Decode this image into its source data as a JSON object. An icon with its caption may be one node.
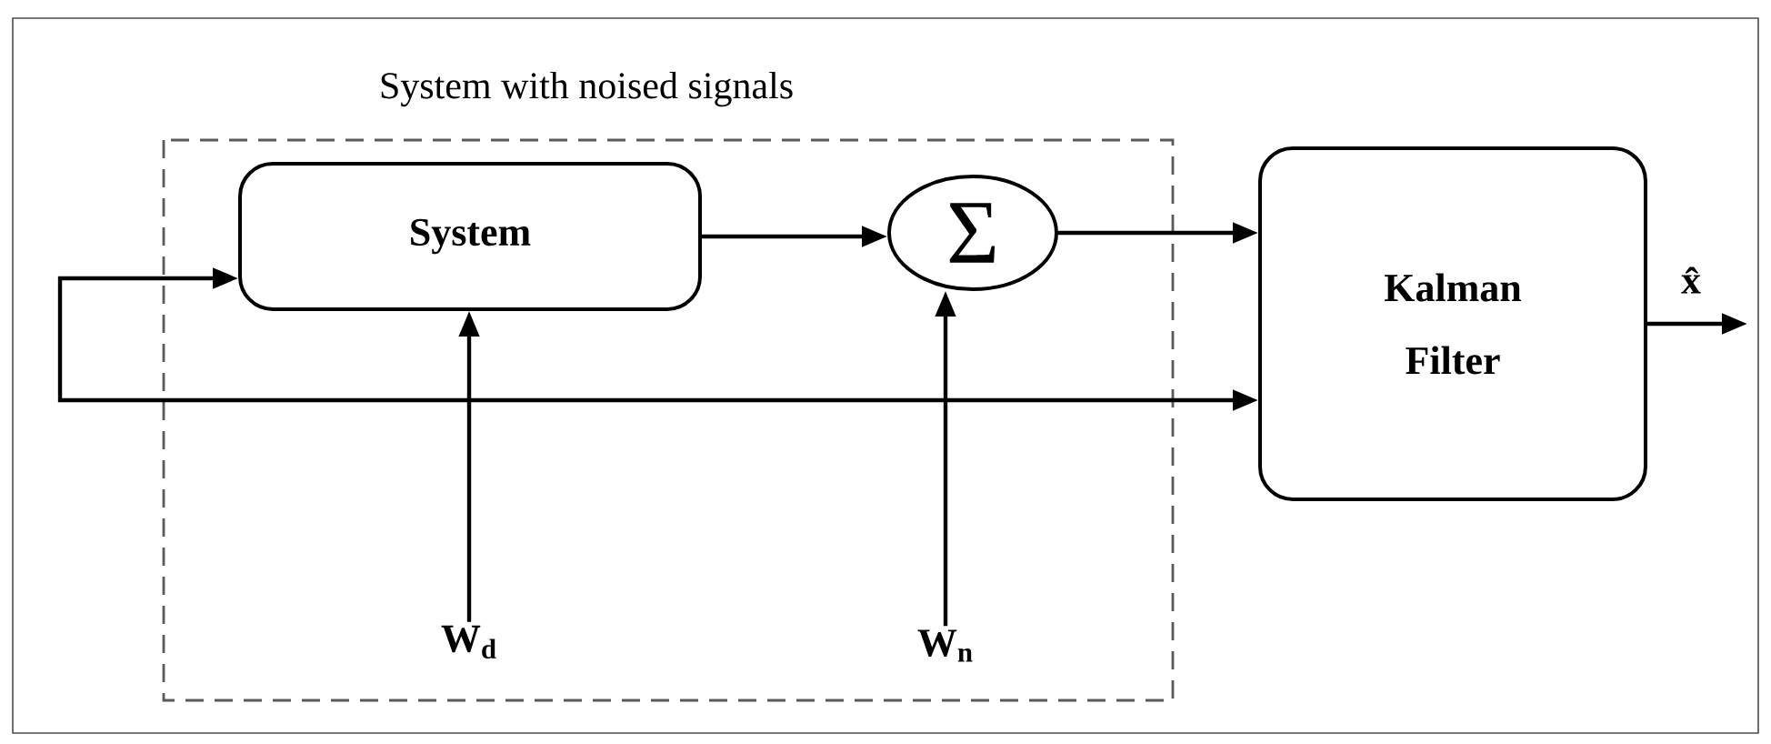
{
  "diagram": {
    "nodes": [
      {
        "text": [
          "System with noised signals"
        ]
      },
      {
        "text": [
          "System"
        ],
        "in": 0
      },
      {
        "text": [
          "Σ"
        ],
        "in": 0
      },
      {
        "text": [
          "W$_{d}$"
        ],
        "in": 0
      },
      {
        "text": [
          "W$_{n}$"
        ],
        "in": 0
      },
      {
        "text": [
          "Kalman Filter"
        ]
      }
    ],
    "edges": [
      {
        "from": 5,
        "to": 1,
        "arrow": "both"
      },
      {
        "from": 1,
        "to": 2,
        "arrow": "to"
      },
      {
        "from": 2,
        "to": 5,
        "arrow": "to"
      },
      {
        "from": 3,
        "to": 1,
        "arrow": "to"
      },
      {
        "from": 4,
        "to": 2,
        "arrow": "to"
      },
      {
        "from": 5,
        "to": null,
        "arrow": "to",
        "label": "x̂"
      }
    ]
  }
}
